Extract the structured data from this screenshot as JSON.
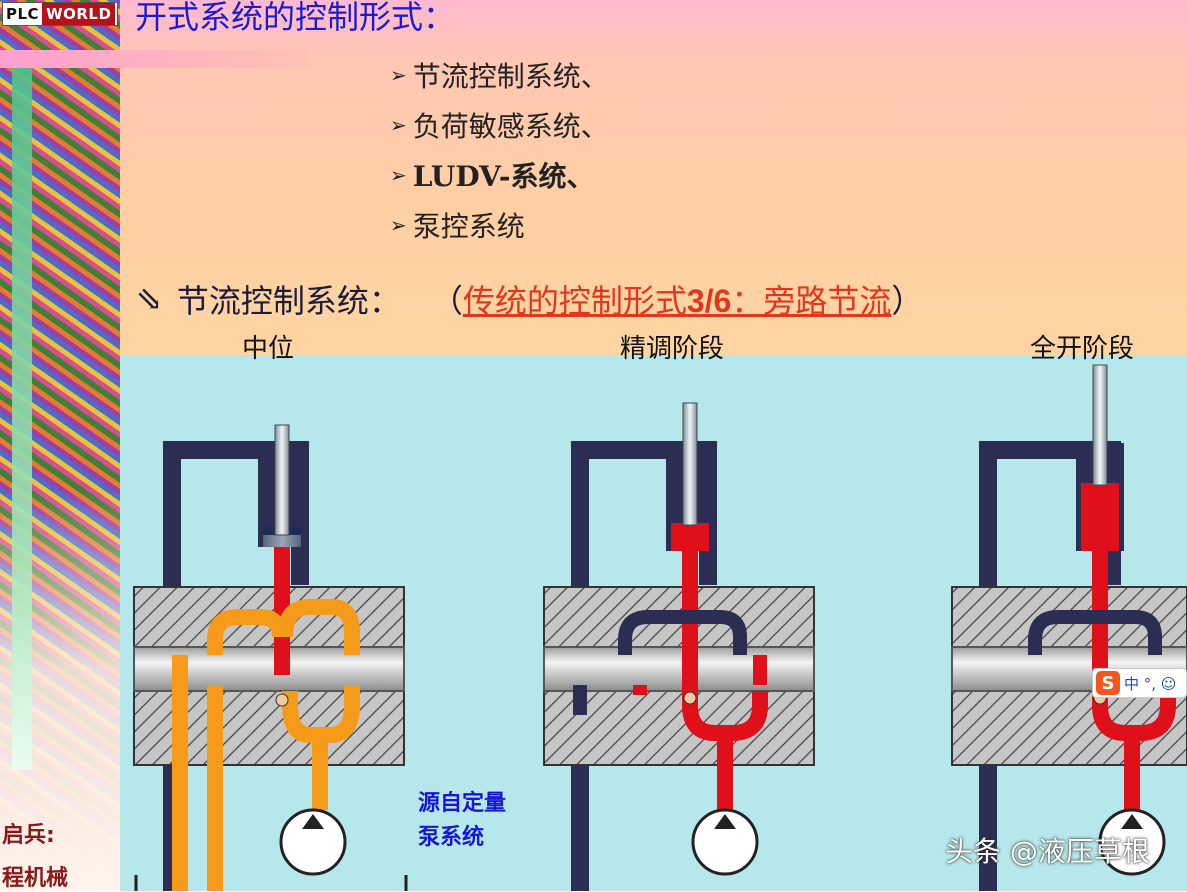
{
  "logo": {
    "part1": "PLC",
    "part2": "WORLD"
  },
  "slide": {
    "title": "开式系统的控制形式：",
    "bullets": [
      "节流控制系统、",
      "负荷敏感系统、",
      "LUDV-系统、",
      "泵控系统"
    ],
    "bullet_marker": "➢",
    "heading": {
      "marker": "⇘",
      "lead": "节流控制系统：",
      "open_paren": "（",
      "highlight_pre": "传统的控制形式",
      "highlight_num": "3/6",
      "highlight_post": "：旁路节流",
      "close_paren": "）"
    },
    "stages": [
      "中位",
      "精调阶段",
      "全开阶段"
    ],
    "source_lines": [
      "源自定量",
      "泵系统"
    ],
    "side_text": [
      "启兵:",
      "程机械"
    ]
  },
  "overlay": {
    "watermark": "头条 @液压草根",
    "ime_logo": "S",
    "ime_text": "中 °, ☺"
  },
  "colors": {
    "title_blue": "#1a1ad8",
    "highlight_red": "#e4361d",
    "panel_bg": "#b6e7ea",
    "tank_line": "#2c2d52",
    "pressure_red": "#e0101a",
    "flow_orange": "#f59a19",
    "hatch": "#bfbfbf"
  }
}
